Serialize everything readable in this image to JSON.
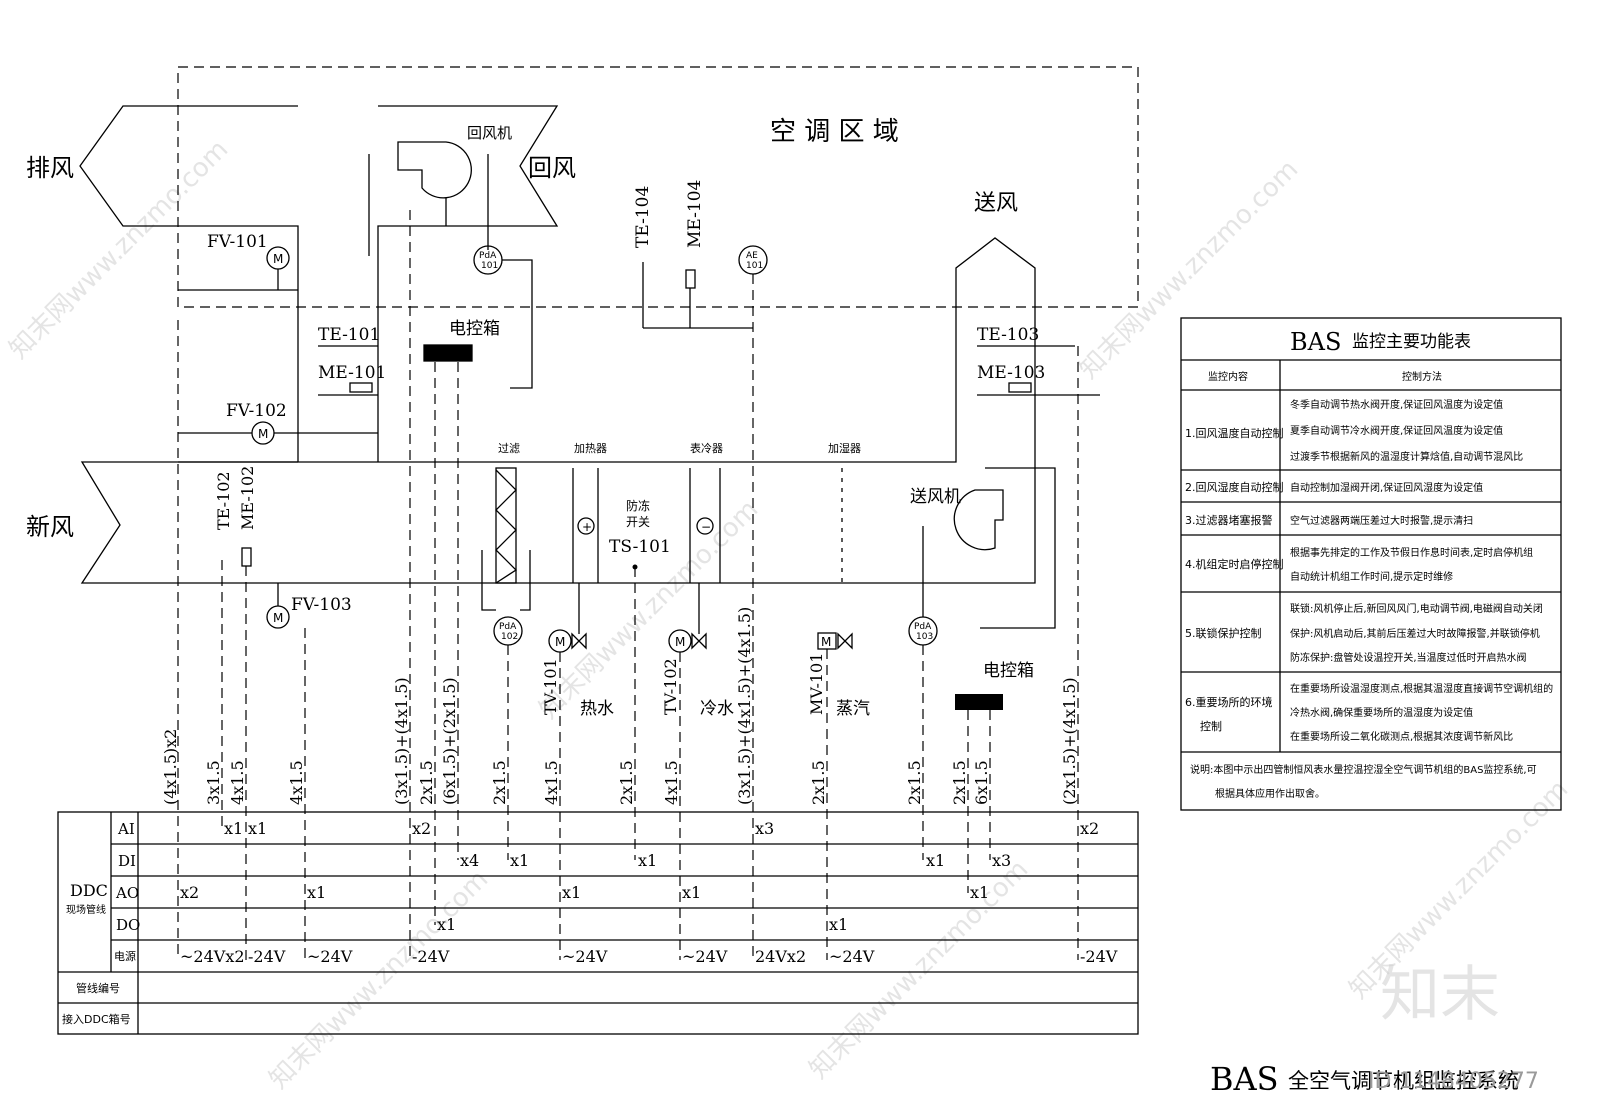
{
  "zone": {
    "title": "空 调 区 域"
  },
  "ducts": {
    "exhaust": "排风",
    "return": "回风",
    "fresh": "新风",
    "supply": "送风"
  },
  "equipment": {
    "return_fan": "回风机",
    "supply_fan": "送风机",
    "ctrl_box": "电控箱",
    "filter": "过滤",
    "heater": "加热器",
    "cooler": "表冷器",
    "humidifier": "加湿器",
    "antifreeze": "防冻",
    "antifreeze2": "开关",
    "ts": "TS-101",
    "hot_water": "热水",
    "cold_water": "冷水",
    "steam": "蒸汽"
  },
  "tags": {
    "fv101": "FV-101",
    "fv102": "FV-102",
    "fv103": "FV-103",
    "te101": "TE-101",
    "me101": "ME-101",
    "te102": "TE-102",
    "me102": "ME-102",
    "te103": "TE-103",
    "me103": "ME-103",
    "te104": "TE-104",
    "me104": "ME-104",
    "tv101": "TV-101",
    "tv102": "TV-102",
    "mv101": "MV-101",
    "pda101a": "PdA",
    "pda101b": "101",
    "pda102a": "PdA",
    "pda102b": "102",
    "pda103a": "PdA",
    "pda103b": "103",
    "ae101a": "AE",
    "ae101b": "101",
    "m": "M"
  },
  "cables": [
    "(4x1.5)x2",
    "3x1.5",
    "4x1.5",
    "4x1.5",
    "(3x1.5)+(4x1.5)",
    "2x1.5",
    "(6x1.5)+(2x1.5)",
    "2x1.5",
    "4x1.5",
    "2x1.5",
    "4x1.5",
    "(3x1.5)+(4x1.5)+(4x1.5)",
    "2x1.5",
    "2x1.5",
    "2x1.5",
    "6x1.5",
    "(2x1.5)+(4x1.5)"
  ],
  "ddc": {
    "label": "DDC",
    "sublabel": "现场管线",
    "rows": [
      "AI",
      "DI",
      "AO",
      "DO",
      "电源"
    ],
    "pipe_no": "管线编号",
    "connect": "接入DDC箱号",
    "ai": [
      "x1",
      "x1",
      "x2",
      "x3",
      "x2"
    ],
    "di": [
      "x4",
      "x1",
      "x1",
      "x1",
      "x3"
    ],
    "ao": [
      "x2",
      "x1",
      "x1",
      "x1",
      "x1"
    ],
    "do": [
      "x1",
      "x1"
    ],
    "pw": [
      "~24Vx2",
      "-24V",
      "~24V",
      "-24V",
      "~24V",
      "~24V",
      "24Vx2",
      "~24V",
      "-24V"
    ]
  },
  "table": {
    "title_a": "BAS",
    "title_b": "监控主要功能表",
    "h1": "监控内容",
    "h2": "控制方法",
    "r1": "1.回风温度自动控制",
    "r1a": "冬季自动调节热水阀开度,保证回风温度为设定值",
    "r1b": "夏季自动调节冷水阀开度,保证回风温度为设定值",
    "r1c": "过渡季节根据新风的温湿度计算焓值,自动调节混风比",
    "r2": "2.回风湿度自动控制",
    "r2a": "自动控制加湿阀开闭,保证回风湿度为设定值",
    "r3": "3.过滤器堵塞报警",
    "r3a": "空气过滤器两端压差过大时报警,提示清扫",
    "r4": "4.机组定时启停控制",
    "r4a": "根据事先排定的工作及节假日作息时间表,定时启停机组",
    "r4b": "自动统计机组工作时间,提示定时维修",
    "r5": "5.联锁保护控制",
    "r5a": "联锁:风机停止后,新回风风门,电动调节阀,电磁阀自动关闭",
    "r5b": "保护:风机启动后,其前后压差过大时故障报警,并联锁停机",
    "r5c": "防冻保护:盘管处设温控开关,当温度过低时开启热水阀",
    "r6a": "6.重要场所的环境",
    "r6b": "控制",
    "r6c": "在重要场所设温湿度测点,根据其温湿度直接调节空调机组的",
    "r6d": "冷热水阀,确保重要场所的温湿度为设定值",
    "r6e": "在重要场所设二氧化碳测点,根据其浓度调节新风比",
    "note1": "说明:本图中示出四管制恒风表水量控温控湿全空气调节机组的BAS监控系统,可",
    "note2": "根据具体应用作出取舍。"
  },
  "footer": {
    "title_a": "BAS",
    "title_b": "全空气调节机组监控系统",
    "id": "ID:1148405277"
  },
  "watermark": {
    "logo": "知末",
    "site": "知末网www.znzmo.com"
  }
}
